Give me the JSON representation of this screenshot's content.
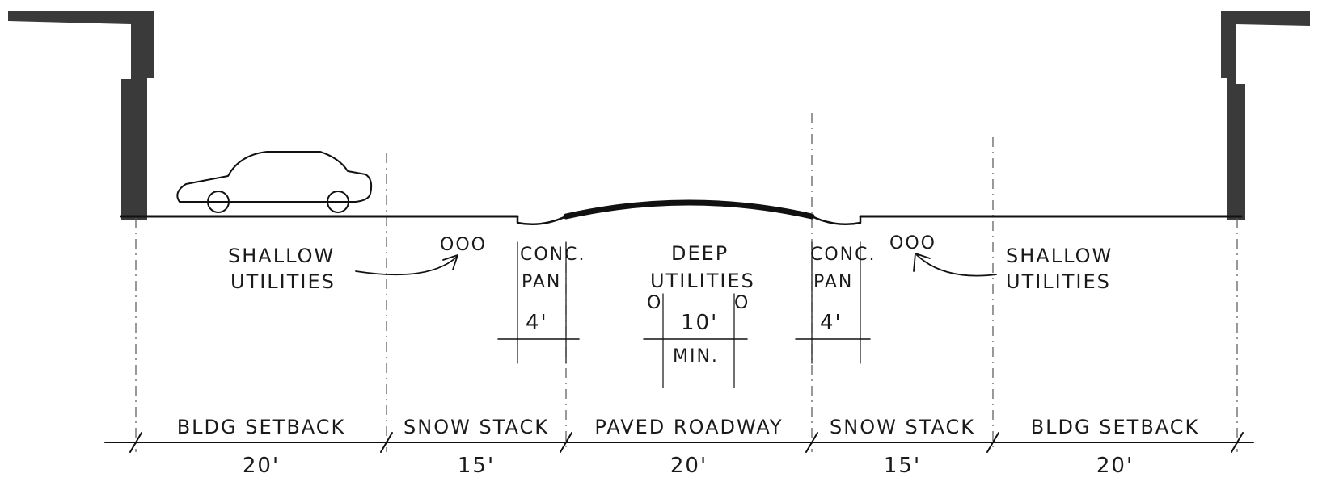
{
  "zones": [
    {
      "label": "BLDG SETBACK",
      "dimension": "20'"
    },
    {
      "label": "SNOW STACK",
      "dimension": "15'"
    },
    {
      "label": "PAVED ROADWAY",
      "dimension": "20'"
    },
    {
      "label": "SNOW STACK",
      "dimension": "15'"
    },
    {
      "label": "BLDG SETBACK",
      "dimension": "20'"
    }
  ],
  "callouts": {
    "shallow_left": [
      "SHALLOW",
      "UTILITIES"
    ],
    "shallow_right": [
      "SHALLOW",
      "UTILITIES"
    ],
    "deep": [
      "DEEP",
      "UTILITIES"
    ],
    "conc_pan_left": [
      "CONC.",
      "PAN"
    ],
    "conc_pan_right": [
      "CONC.",
      "PAN"
    ],
    "pipe_marks": "OOO",
    "deep_pipe_mark": "O"
  },
  "dimensions": {
    "pan_left": "4'",
    "pan_right": "4'",
    "deep_spacing": "10'",
    "deep_spacing_note": "MIN."
  }
}
